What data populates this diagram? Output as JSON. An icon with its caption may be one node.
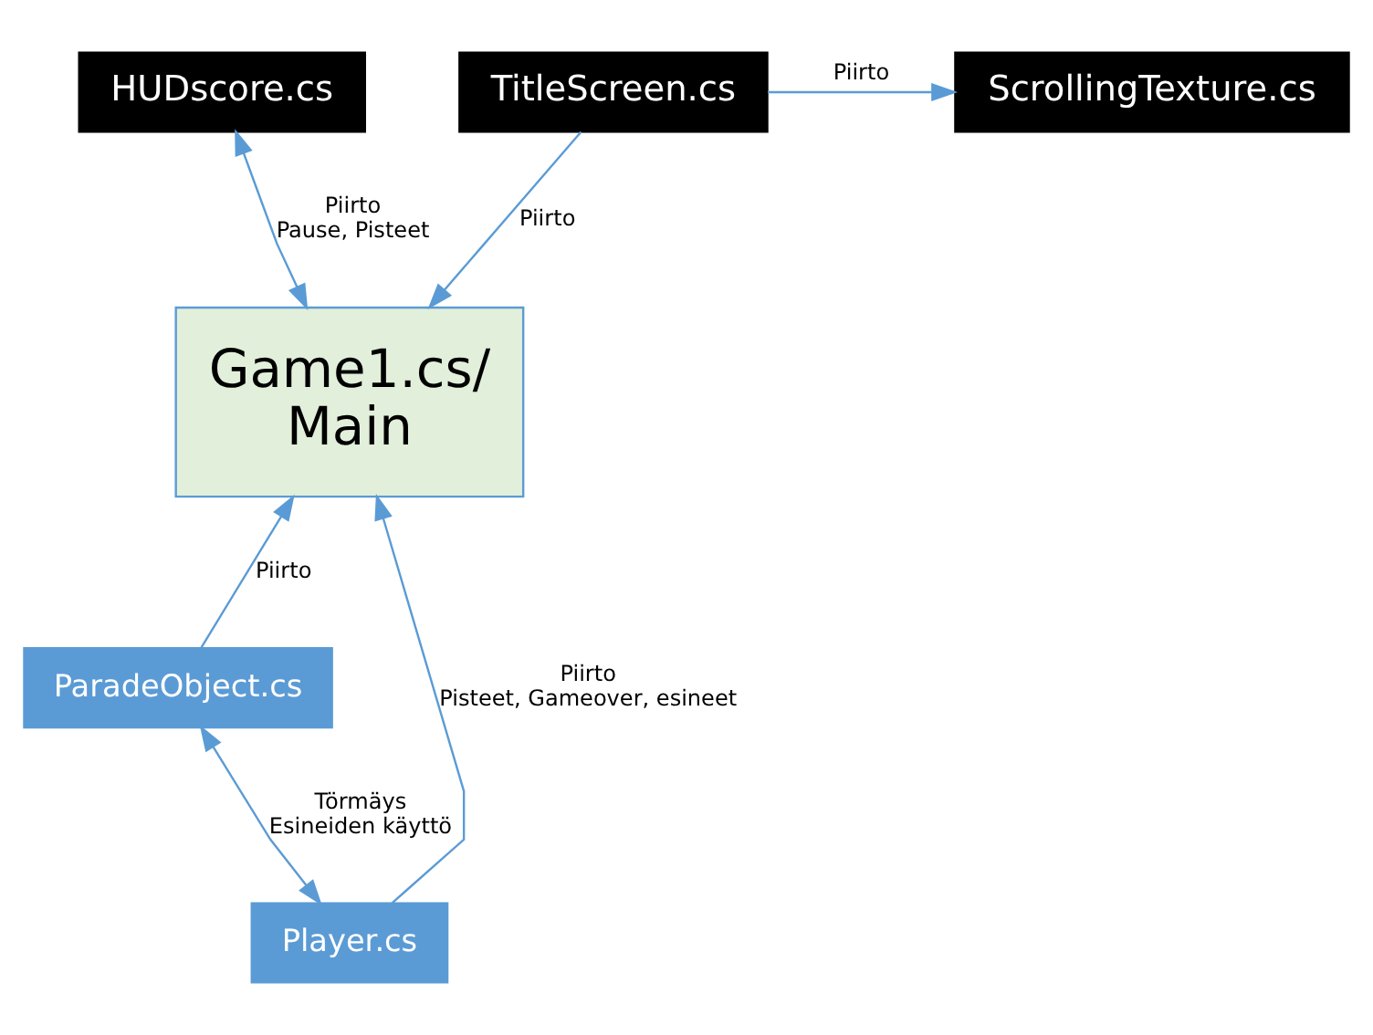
{
  "diagram": {
    "nodes": [
      {
        "text": [
          "HUDscore.cs"
        ]
      },
      {
        "text": [
          "TitleScreen.cs"
        ]
      },
      {
        "text": [
          "ScrollingTexture.cs"
        ]
      },
      {
        "text": [
          "Game1.cs/ Main"
        ]
      },
      {
        "text": [
          "ParadeObject.cs"
        ]
      },
      {
        "text": [
          "Player.cs"
        ]
      }
    ],
    "edges": [
      {
        "from": 0,
        "to": 3,
        "arrow": "both",
        "label": "Piirto Pause, Pisteet"
      },
      {
        "from": 1,
        "to": 3,
        "arrow": "to",
        "label": "Piirto"
      },
      {
        "from": 1,
        "to": 2,
        "arrow": "to",
        "label": "Piirto"
      },
      {
        "from": 5,
        "to": 3,
        "arrow": "to",
        "label": "Piirto Pisteet, Gameover, esineet"
      },
      {
        "from": 4,
        "to": 3,
        "arrow": "to",
        "label": "Piirto"
      },
      {
        "from": 4,
        "to": 5,
        "arrow": "both",
        "label": "Törmäys Esineiden käyttö"
      }
    ]
  }
}
